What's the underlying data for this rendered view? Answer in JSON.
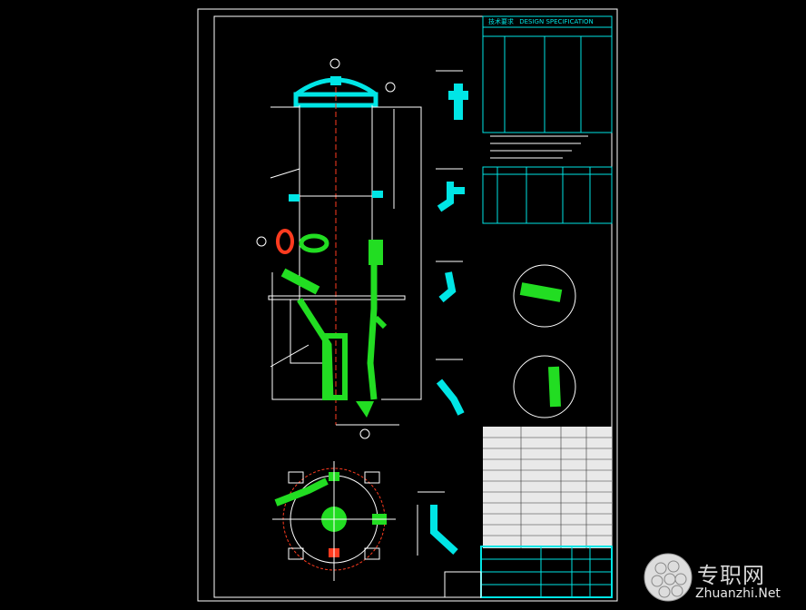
{
  "drawing": {
    "title_block": {
      "header_cn": "技术要求",
      "header_en": "DESIGN SPECIFICATION"
    },
    "colors": {
      "background": "#000000",
      "frame": "#ffffff",
      "vessel": "#00e5e5",
      "nozzle": "#22dd22",
      "highlight": "#ff3b1f",
      "detail": "#ffffff"
    }
  },
  "watermark": {
    "cn": "专职网",
    "en": "Zhuanzhi.Net"
  }
}
